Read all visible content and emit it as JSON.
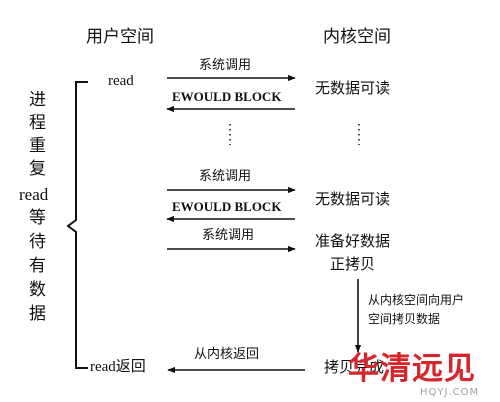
{
  "headers": {
    "user_space": "用户空间",
    "kernel_space": "内核空间"
  },
  "left_label": {
    "chars": [
      "进",
      "程",
      "重",
      "复",
      "read",
      "等",
      "待",
      "有",
      "数",
      "据"
    ]
  },
  "user_side": {
    "read_call": "read",
    "read_return": "read返回"
  },
  "arrows": {
    "syscall_1": "系统调用",
    "ewouldblock_1": "EWOULD BLOCK",
    "syscall_2": "系统调用",
    "ewouldblock_2": "EWOULD BLOCK",
    "syscall_3": "系统调用",
    "return_from_kernel": "从内核返回"
  },
  "kernel_side": {
    "no_data_1": "无数据可读",
    "no_data_2": "无数据可读",
    "data_ready_line1": "准备好数据",
    "data_ready_line2": "正拷贝",
    "copy_note_line1": "从内核空间向用户",
    "copy_note_line2": "空间拷贝数据",
    "copy_done": "拷贝完成"
  },
  "watermark": {
    "brand": "华清远见",
    "site": "HQYJ.COM",
    "color": "#d6262b"
  },
  "colors": {
    "ink": "#111111"
  }
}
